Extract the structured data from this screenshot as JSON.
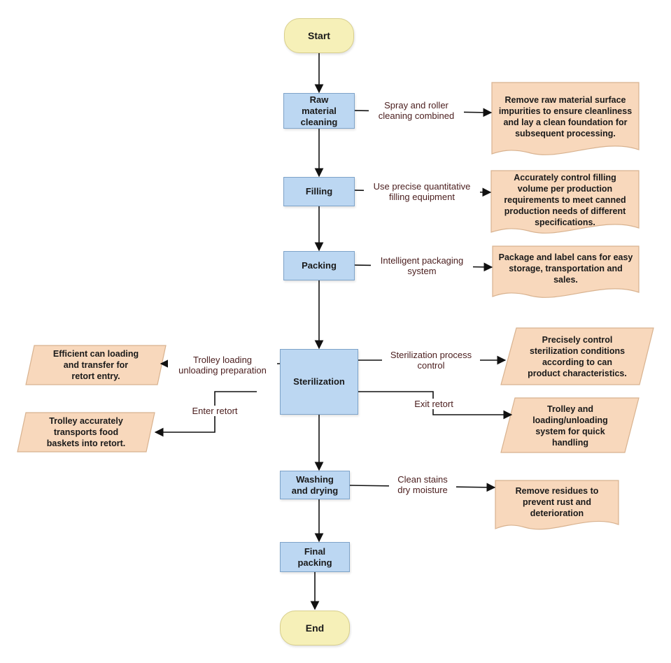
{
  "nodes": {
    "start": "Start",
    "raw": "Raw\nmaterial\ncleaning",
    "filling": "Filling",
    "packing": "Packing",
    "sterilization": "Sterilization",
    "washing": "Washing\nand drying",
    "final": "Final\npacking",
    "end": "End"
  },
  "edge_labels": {
    "raw": "Spray and roller\ncleaning combined",
    "filling": "Use precise quantitative\nfilling equipment",
    "packing": "Intelligent packaging\nsystem",
    "steril_control": "Sterilization process\ncontrol",
    "trolley_prep": "Trolley loading\nunloading preparation",
    "enter_retort": "Enter retort",
    "exit_retort": "Exit retort",
    "washing": "Clean stains\ndry moisture"
  },
  "outcomes": {
    "raw": "Remove raw material surface\nimpurities to ensure cleanliness\nand lay a clean foundation for\nsubsequent processing.",
    "filling": "Accurately control filling\nvolume per production\nrequirements to meet canned\nproduction needs of different\nspecifications.",
    "packing": "Package and label cans for easy\nstorage, transportation and\nsales.",
    "steril_control": "Precisely control\nsterilization conditions\naccording to can\nproduct characteristics.",
    "exit_retort": "Trolley and\nloading/unloading\nsystem for quick\nhandling",
    "trolley_prep": "Efficient can loading\nand transfer for\nretort entry.",
    "enter_retort": "Trolley accurately\ntransports food\nbaskets into retort.",
    "washing": "Remove residues to\nprevent rust and\ndeterioration"
  },
  "colors": {
    "terminal_fill": "#f6f0b8",
    "process_fill": "#bcd7f2",
    "output_fill": "#f8d8bc",
    "output_stroke": "#d8b28f",
    "arrow": "#111111"
  }
}
